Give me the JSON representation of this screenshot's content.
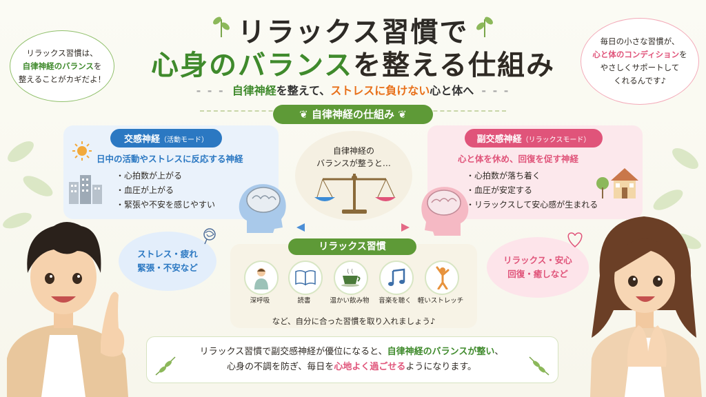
{
  "title_line1": "リラックス習慣で",
  "title_line2_green": "心身のバランス",
  "title_line2_rest": "を整える仕組み",
  "subtitle": {
    "a": "自律神経",
    "b": "を整えて、",
    "c": "ストレスに負けない",
    "d": "心と体へ"
  },
  "left_bubble": {
    "l1": "リラックス習慣は、",
    "l2": "自律神経のバランス",
    "l3": "を",
    "l4": "整えることがカギだよ！"
  },
  "right_bubble": {
    "l1": "毎日の小さな習慣が、",
    "l2": "心と体のコンディション",
    "l3": "を",
    "l4": "やさしくサポートして",
    "l5": "くれるんです♪"
  },
  "section_title": "自律神経の仕組み",
  "sympathetic": {
    "tag_main": "交感神経",
    "tag_sub": "（活動モード）",
    "headline": "日中の活動やストレスに反応する神経",
    "items": [
      "・心拍数が上がる",
      "・血圧が上がる",
      "・緊張や不安を感じやすい"
    ]
  },
  "parasympathetic": {
    "tag_main": "副交感神経",
    "tag_sub": "（リラックスモード）",
    "headline": "心と体を休め、回復を促す神経",
    "items": [
      "・心拍数が落ち着く",
      "・血圧が安定する",
      "・リラックスして安心感が生まれる"
    ]
  },
  "center": {
    "l1": "自律神経の",
    "l2": "バランスが整うと…"
  },
  "left_cloud": {
    "l1": "ストレス・疲れ",
    "l2": "緊張・不安など"
  },
  "right_cloud": {
    "l1": "リラックス・安心",
    "l2": "回復・癒しなど"
  },
  "habits_title": "リラックス習慣",
  "habits": [
    "深呼吸",
    "読書",
    "温かい飲み物",
    "音楽を聴く",
    "軽いストレッチ"
  ],
  "habits_note": "など、自分に合った習慣を取り入れましょう♪",
  "bottom": {
    "a": "リラックス習慣で副交感神経が優位になると、",
    "b": "自律神経のバランスが整い",
    "c": "、",
    "d": "心身の不調を防ぎ、毎日を",
    "e": "心地よく過ごせる",
    "f": "ようになります。"
  },
  "colors": {
    "green": "#3f8a2c",
    "blue": "#2b78c2",
    "pink": "#e0547a",
    "orange": "#e8701a"
  }
}
